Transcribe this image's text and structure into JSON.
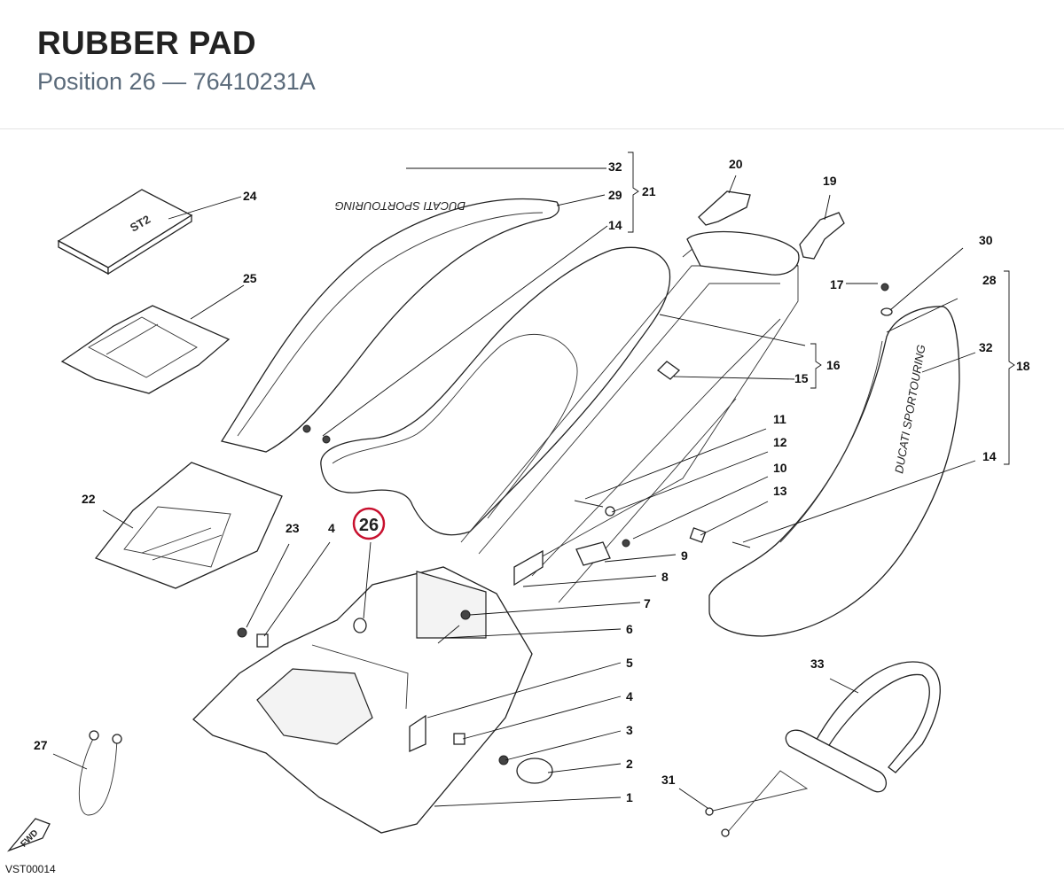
{
  "header": {
    "title": "RUBBER PAD",
    "subtitle": "Position 26 — 76410231A"
  },
  "highlight": {
    "label": "26",
    "color": "#c8102e"
  },
  "callouts": {
    "c1": "1",
    "c2": "2",
    "c3": "3",
    "c4a": "4",
    "c4b": "4",
    "c5": "5",
    "c6": "6",
    "c7": "7",
    "c8": "8",
    "c9": "9",
    "c10": "10",
    "c11": "11",
    "c12": "12",
    "c13": "13",
    "c14a": "14",
    "c14b": "14",
    "c15": "15",
    "c16": "16",
    "c17": "17",
    "c18": "18",
    "c19": "19",
    "c20": "20",
    "c21": "21",
    "c22": "22",
    "c23": "23",
    "c24": "24",
    "c25": "25",
    "c27": "27",
    "c28": "28",
    "c29": "29",
    "c30": "30",
    "c31": "31",
    "c32a": "32",
    "c32b": "32",
    "c33": "33"
  },
  "artwork_text": {
    "seat_logo": "DUCATI SPORTOURING",
    "side_logo": "DUCATI SPORTOURING",
    "fwd": "FWD",
    "manual": "ST2"
  },
  "drawing_code": "VST00014"
}
